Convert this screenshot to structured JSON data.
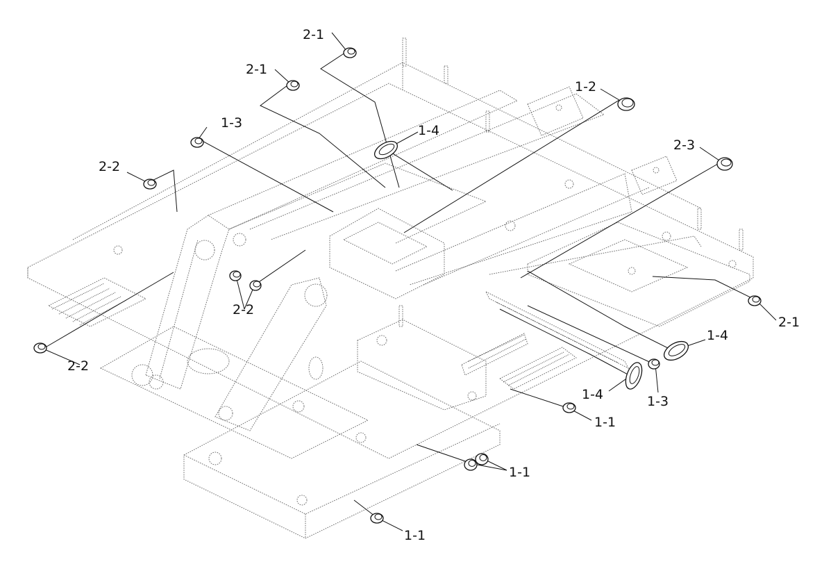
{
  "diagram": {
    "labels": [
      {
        "id": "a",
        "text": "2-1"
      },
      {
        "id": "b",
        "text": "2-1"
      },
      {
        "id": "c",
        "text": "1-2"
      },
      {
        "id": "d",
        "text": "1-3"
      },
      {
        "id": "e",
        "text": "1-4"
      },
      {
        "id": "f",
        "text": "2-2"
      },
      {
        "id": "g",
        "text": "2-3"
      },
      {
        "id": "h",
        "text": "2-2"
      },
      {
        "id": "i",
        "text": "2-1"
      },
      {
        "id": "j",
        "text": "1-4"
      },
      {
        "id": "k",
        "text": "2-2"
      },
      {
        "id": "l",
        "text": "1-4"
      },
      {
        "id": "m",
        "text": "1-3"
      },
      {
        "id": "n",
        "text": "1-1"
      },
      {
        "id": "o",
        "text": "1-1"
      },
      {
        "id": "p",
        "text": "1-1"
      }
    ]
  }
}
